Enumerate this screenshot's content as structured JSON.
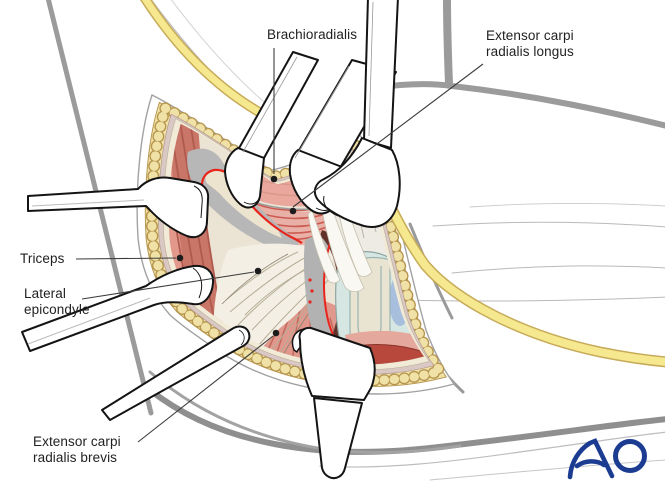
{
  "figure": {
    "title_labels": {
      "brachioradialis": "Brachioradialis",
      "extensor_carpi_radialis_longus": "Extensor carpi\nradialis longus",
      "triceps": "Triceps",
      "lateral_epicondyle": "Lateral\nepicondyle",
      "extensor_carpi_radialis_brevis": "Extensor carpi\nradialis brevis"
    },
    "logo_text": "AO",
    "colors": {
      "muscle_pink": "#e8a79c",
      "muscle_deep": "#c4685c",
      "stripe_red": "#cb5a50",
      "incision_red": "#e8251d",
      "fat_yellow": "#f0e2a6",
      "fat_outline": "#b6954e",
      "vein_yellow": "#f5e88f",
      "fascia_gray": "#b4b4b4",
      "capsule_blue": "#d6e7e3",
      "deep_maroon": "#613129",
      "patch_blue": "#a8bedd",
      "contour_gray": "#9b9b9b",
      "logo_blue": "#1b3c91",
      "label_text": "#1f1f1f"
    }
  }
}
